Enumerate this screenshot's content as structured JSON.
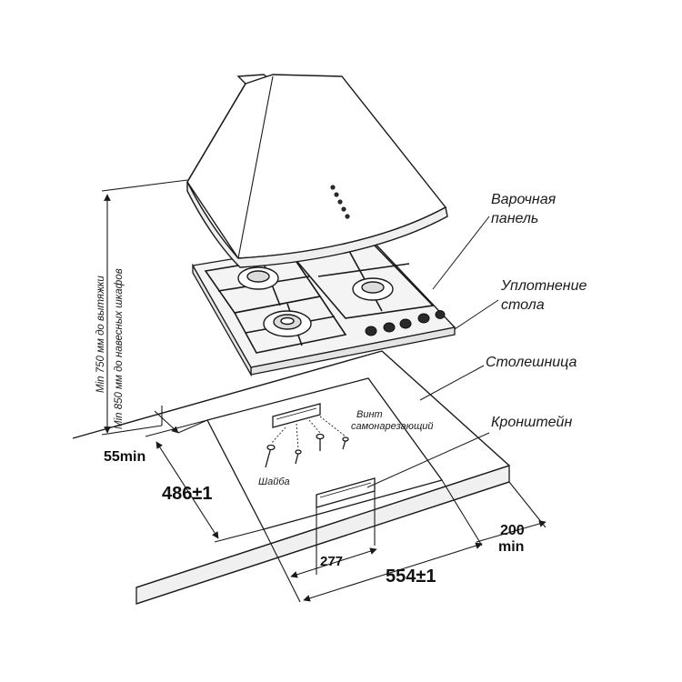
{
  "labels": {
    "hob_line1": "Варочная",
    "hob_line2": "панель",
    "seal_line1": "Уплотнение",
    "seal_line2": "стола",
    "countertop": "Столешница",
    "bracket": "Кронштейн",
    "screw_line1": "Винт",
    "screw_line2": "самонарезающий",
    "washer": "Шайба",
    "hood_min": "Min 750 мм до вытяжки",
    "cabinet_min": "Min 850 мм до навесных шкафов"
  },
  "dimensions": {
    "front_gap": "55min",
    "depth": "486±1",
    "bracket_spacing": "277",
    "width": "554±1",
    "side_gap_value": "200",
    "side_gap_unit": "min"
  },
  "colors": {
    "line": "#1a1a1a",
    "hood": "#ffffff",
    "hob": "#f4f4f4",
    "counter_edge": "#e8e8e8"
  }
}
